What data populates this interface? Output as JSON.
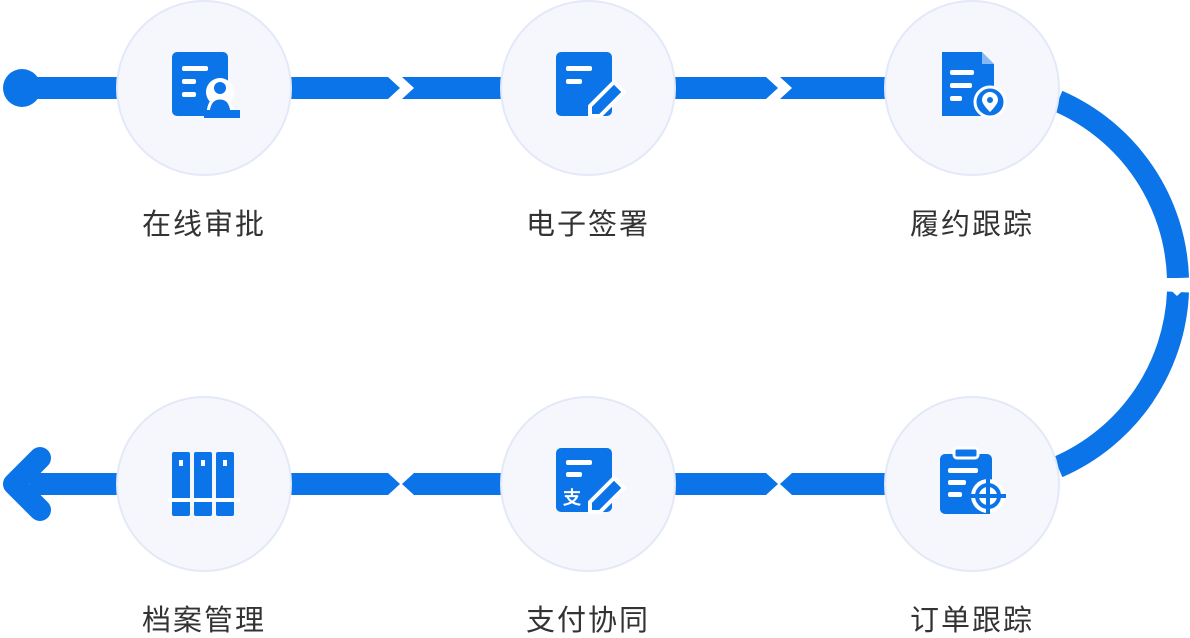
{
  "colors": {
    "accent": "#0a74e8",
    "circle_fill": "#f5f7fc",
    "circle_border": "#e4e9f8",
    "text": "#333333"
  },
  "steps": [
    {
      "label": "在线审批",
      "icon": "document-user-icon"
    },
    {
      "label": "电子签署",
      "icon": "document-pen-icon"
    },
    {
      "label": "履约跟踪",
      "icon": "document-location-icon"
    },
    {
      "label": "订单跟踪",
      "icon": "clipboard-target-icon"
    },
    {
      "label": "支付协同",
      "icon": "payment-document-pen-icon"
    },
    {
      "label": "档案管理",
      "icon": "archive-binders-icon"
    }
  ],
  "icon_text": {
    "payment_char": "支"
  }
}
